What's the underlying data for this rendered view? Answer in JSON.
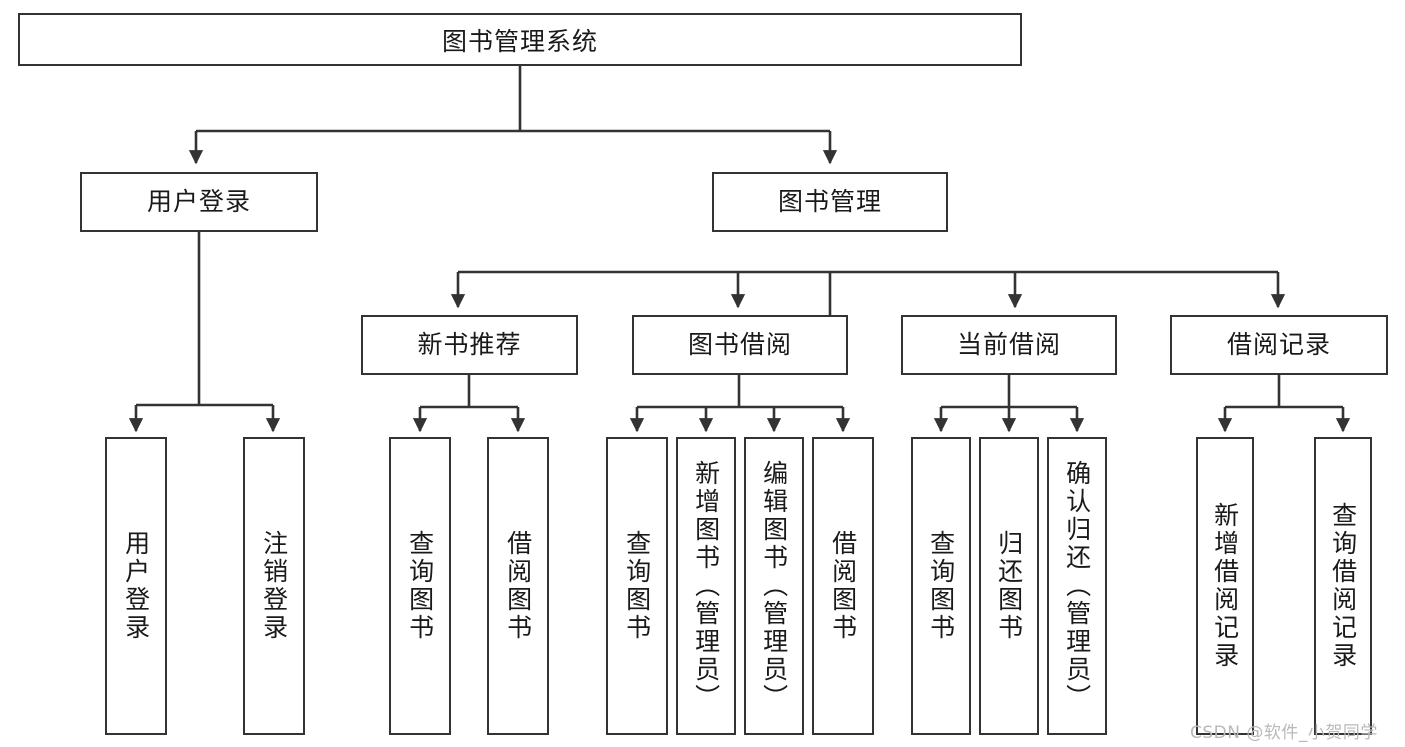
{
  "diagram": {
    "title": "图书管理系统",
    "type": "hierarchy-tree",
    "colors": {
      "box_border": "#333333",
      "box_fill": "#ffffff",
      "edge": "#333333",
      "text": "#1a1a1a",
      "watermark": "#b9b9b9",
      "background": "#ffffff"
    },
    "levels": {
      "level1": [
        {
          "id": "root",
          "label": "图书管理系统",
          "orientation": "horizontal"
        }
      ],
      "level2": [
        {
          "id": "user-login",
          "label": "用户登录",
          "orientation": "horizontal",
          "parent": "root"
        },
        {
          "id": "book-management",
          "label": "图书管理",
          "orientation": "horizontal",
          "parent": "root"
        }
      ],
      "level3": [
        {
          "id": "new-book-recommend",
          "label": "新书推荐",
          "orientation": "horizontal",
          "parent": "book-management"
        },
        {
          "id": "book-borrow",
          "label": "图书借阅",
          "orientation": "horizontal",
          "parent": "book-management"
        },
        {
          "id": "current-borrow",
          "label": "当前借阅",
          "orientation": "horizontal",
          "parent": "book-management"
        },
        {
          "id": "borrow-record",
          "label": "借阅记录",
          "orientation": "horizontal",
          "parent": "book-management"
        }
      ],
      "level4": [
        {
          "id": "leaf-user-login",
          "label": "用户登录",
          "orientation": "vertical",
          "parent": "user-login"
        },
        {
          "id": "leaf-user-logout",
          "label": "注销登录",
          "orientation": "vertical",
          "parent": "user-login"
        },
        {
          "id": "leaf-query-book-1",
          "label": "查询图书",
          "orientation": "vertical",
          "parent": "new-book-recommend"
        },
        {
          "id": "leaf-borrow-book-1",
          "label": "借阅图书",
          "orientation": "vertical",
          "parent": "new-book-recommend"
        },
        {
          "id": "leaf-query-book-2",
          "label": "查询图书",
          "orientation": "vertical",
          "parent": "book-borrow"
        },
        {
          "id": "leaf-add-book",
          "label": "新增图书（管理员）",
          "orientation": "vertical",
          "parent": "book-borrow"
        },
        {
          "id": "leaf-edit-book",
          "label": "编辑图书（管理员）",
          "orientation": "vertical",
          "parent": "book-borrow"
        },
        {
          "id": "leaf-borrow-book-2",
          "label": "借阅图书",
          "orientation": "vertical",
          "parent": "book-borrow"
        },
        {
          "id": "leaf-query-book-3",
          "label": "查询图书",
          "orientation": "vertical",
          "parent": "current-borrow"
        },
        {
          "id": "leaf-return-book",
          "label": "归还图书",
          "orientation": "vertical",
          "parent": "current-borrow"
        },
        {
          "id": "leaf-confirm-return",
          "label": "确认归还（管理员）",
          "orientation": "vertical",
          "parent": "current-borrow"
        },
        {
          "id": "leaf-add-record",
          "label": "新增借阅记录",
          "orientation": "vertical",
          "parent": "borrow-record"
        },
        {
          "id": "leaf-query-record",
          "label": "查询借阅记录",
          "orientation": "vertical",
          "parent": "borrow-record"
        }
      ]
    }
  },
  "watermark": {
    "text": "CSDN @软件_小贺同学"
  }
}
